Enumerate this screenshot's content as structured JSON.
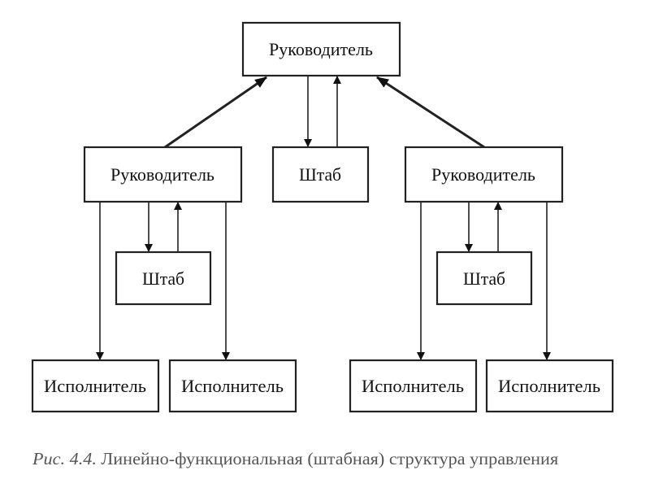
{
  "diagram": {
    "top": {
      "label": "Руководитель"
    },
    "managers": [
      {
        "label": "Руководитель"
      },
      {
        "label": "Руководитель"
      }
    ],
    "staff_center": {
      "label": "Штаб"
    },
    "staff": [
      {
        "label": "Штаб"
      },
      {
        "label": "Штаб"
      }
    ],
    "executors": [
      {
        "label": "Исполнитель"
      },
      {
        "label": "Исполнитель"
      },
      {
        "label": "Исполнитель"
      },
      {
        "label": "Исполнитель"
      }
    ],
    "caption_prefix": "Рис. 4.4.",
    "caption": "Линейно-функциональная (штабная) структура управления"
  }
}
